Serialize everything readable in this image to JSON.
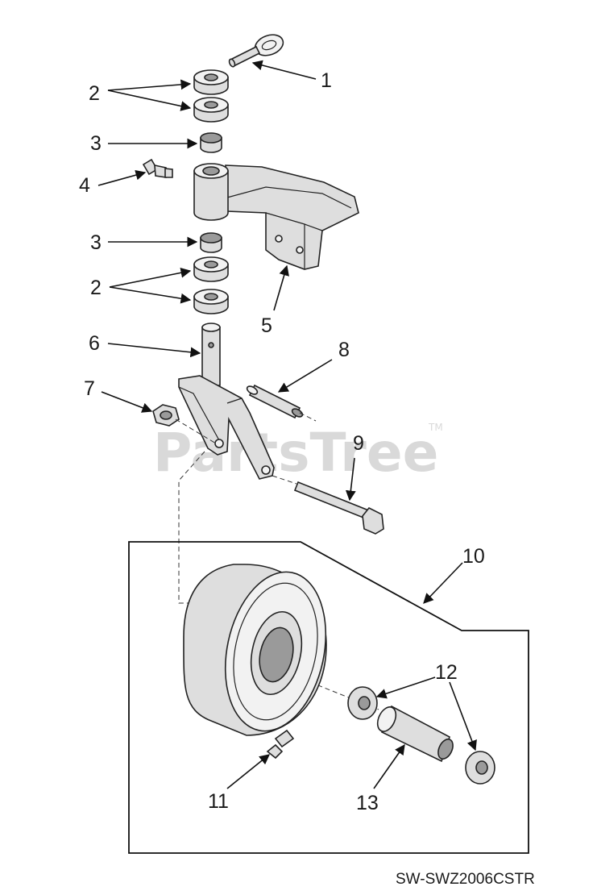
{
  "watermark": {
    "text": "PartsTree",
    "trademark": "TM"
  },
  "callouts": {
    "c1": "1",
    "c2a": "2",
    "c3a": "3",
    "c4": "4",
    "c3b": "3",
    "c2b": "2",
    "c5": "5",
    "c6": "6",
    "c7": "7",
    "c8": "8",
    "c9": "9",
    "c10": "10",
    "c11": "11",
    "c12": "12",
    "c13": "13"
  },
  "diagram_code": "SW-SWZ2006CSTR"
}
